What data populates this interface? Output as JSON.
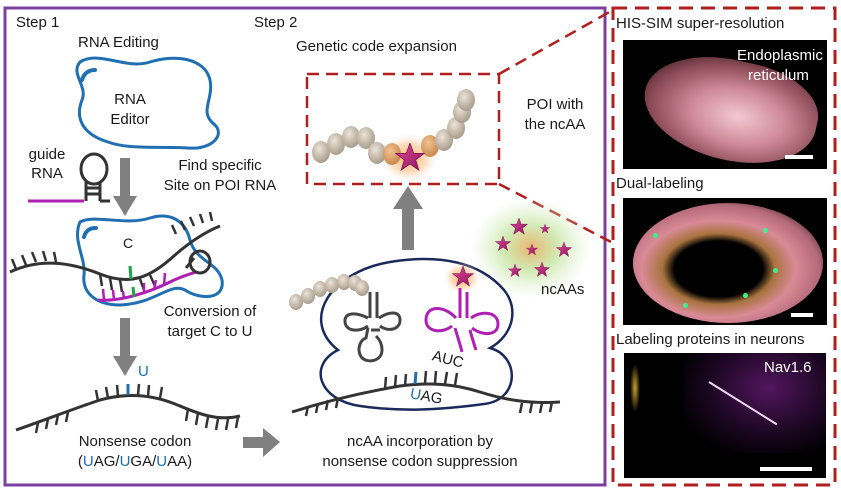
{
  "step1": {
    "step_label": "Step 1",
    "title": "RNA Editing",
    "editor_label_line1": "RNA",
    "editor_label_line2": "Editor",
    "guide_line1": "guide",
    "guide_line2": "RNA",
    "find_line1": "Find specific",
    "find_line2": "Site on POI RNA",
    "target_base": "C",
    "conversion_line1": "Conversion of",
    "conversion_line2": "target C to U",
    "edited_base": "U",
    "nonsense_label": "Nonsense codon",
    "codons": [
      {
        "first": "U",
        "rest": "AG"
      },
      {
        "first": "U",
        "rest": "GA"
      },
      {
        "first": "U",
        "rest": "AA"
      }
    ]
  },
  "step2": {
    "step_label": "Step 2",
    "title": "Genetic code expansion",
    "poi_line1": "POI with",
    "poi_line2": "the ncAA",
    "ncaas_label": "ncAAs",
    "anticodon": "AUC",
    "codon_first": "U",
    "codon_rest": "AG",
    "incorp_line1": "ncAA incorporation by",
    "incorp_line2": "nonsense codon suppression"
  },
  "images": {
    "panel1_title": "HIS-SIM super-resolution",
    "panel1_overlay_line1": "Endoplasmic",
    "panel1_overlay_line2": "reticulum",
    "panel2_title": "Dual-labeling",
    "panel3_title": "Labeling proteins in neurons",
    "panel3_overlay": "Nav1.6"
  },
  "colors": {
    "frame_purple": "#7b3fa0",
    "dashed_red": "#b01e1e",
    "editor_blue": "#1f6fb2",
    "guide_magenta": "#b01fb4",
    "ribosome_navy": "#1b2a5c",
    "arrow_gray": "#808080",
    "target_green": "#1aa34a",
    "ncaa_pink": "#c2207e"
  }
}
